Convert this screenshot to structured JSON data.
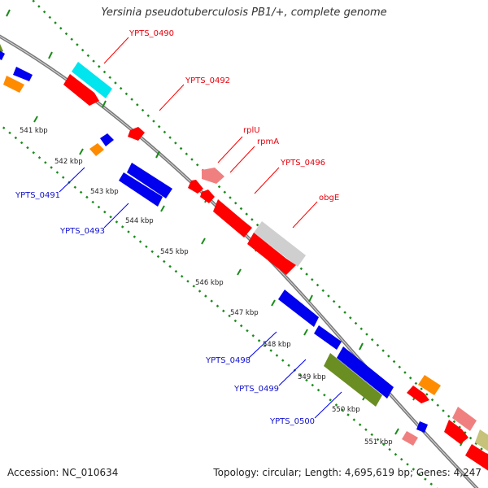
{
  "title": "Yersinia pseudotuberculosis PB1/+, complete genome",
  "footer": {
    "accession": "Accession: NC_010634",
    "topology": "Topology: circular; Length: 4,695,619 bp; Genes: 4,247"
  },
  "kbp_ticks": [
    "541 kbp",
    "542 kbp",
    "543 kbp",
    "544 kbp",
    "545 kbp",
    "546 kbp",
    "547 kbp",
    "548 kbp",
    "549 kbp",
    "550 kbp",
    "551 kbp"
  ],
  "gene_labels_forward": [
    "YPTS_0490",
    "YPTS_0492",
    "rplU",
    "rpmA",
    "YPTS_0496",
    "obgE"
  ],
  "gene_labels_reverse": [
    "YPTS_0491",
    "YPTS_0493",
    "YPTS_0498",
    "YPTS_0499",
    "YPTS_0500"
  ],
  "colors": {
    "forward_gene": "#ff0000",
    "reverse_gene": "#0000ee",
    "rna_gene": "#f08080",
    "cyan_gene": "#00ffff",
    "orange_gene": "#ff8c00",
    "olive_gene": "#6b8e23",
    "grey_gene": "#cccccc",
    "backbone": "#808080",
    "dotted_track": "#1a8c1a"
  }
}
